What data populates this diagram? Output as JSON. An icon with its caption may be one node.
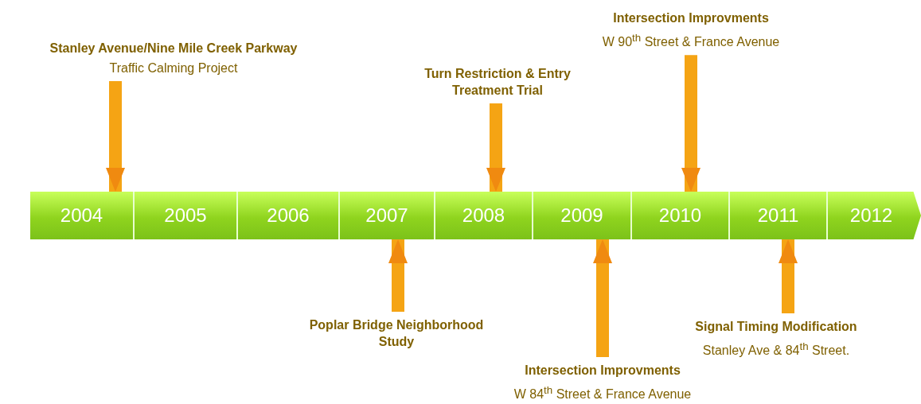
{
  "diagram": {
    "nodes": [
      {
        "text": [
          "2004"
        ]
      },
      {
        "text": [
          "2005"
        ]
      },
      {
        "text": [
          "2006"
        ]
      },
      {
        "text": [
          "2007"
        ]
      },
      {
        "text": [
          "2008"
        ]
      },
      {
        "text": [
          "2009"
        ]
      },
      {
        "text": [
          "2010"
        ]
      },
      {
        "text": [
          "2011"
        ]
      },
      {
        "text": [
          "2012"
        ]
      },
      {
        "text": [
          "Stanley Avenue/Nine Mile Creek Parkway",
          "Traffic Calming Project"
        ]
      },
      {
        "text": [
          "Turn Restriction & Entry Treatment Trial"
        ]
      },
      {
        "text": [
          "Intersection Improvments",
          "W 90$^{th}$ Street & France Avenue"
        ]
      },
      {
        "text": [
          "Poplar Bridge Neighborhood Study"
        ]
      },
      {
        "text": [
          "Intersection Improvments",
          "W 84$^{th}$ Street & France Avenue"
        ]
      },
      {
        "text": [
          "Signal Timing Modification",
          "Stanley Ave & 84$^{th}$ Street."
        ]
      }
    ],
    "edges": [
      {
        "from": 9,
        "to": 0,
        "arrow": "to"
      },
      {
        "from": 10,
        "to": 4,
        "arrow": "to"
      },
      {
        "from": 11,
        "to": 6,
        "arrow": "to"
      },
      {
        "from": 12,
        "to": 3,
        "arrow": "to"
      },
      {
        "from": 13,
        "to": 5,
        "arrow": "to"
      },
      {
        "from": 14,
        "to": 7,
        "arrow": "to"
      }
    ]
  }
}
